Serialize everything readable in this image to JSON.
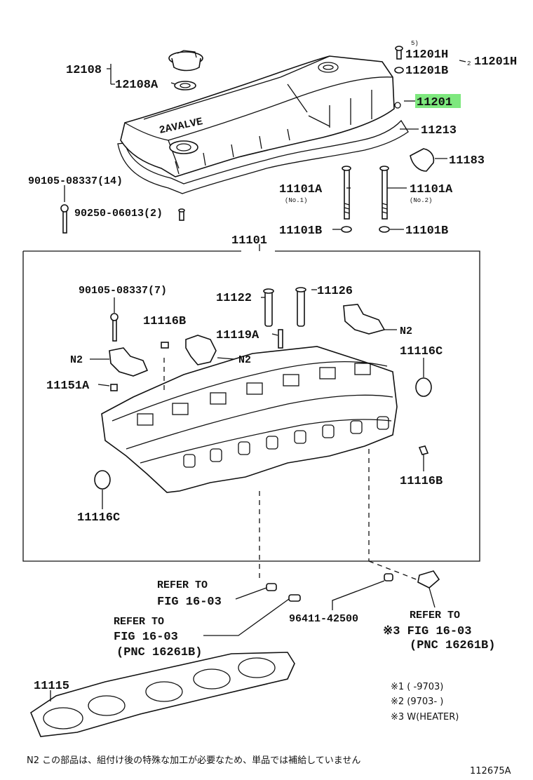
{
  "diagram_id": "112675A",
  "highlight_color": "#7ee87e",
  "highlighted_part": "11201",
  "footnote": "N2 この部品は、組付け後の特殊な加工が必要なため、単品では補給していません",
  "legend": {
    "n1": "※1 (      -9703)",
    "n2": "※2 (9703-      )",
    "n3": "※3  W(HEATER)"
  },
  "parts": {
    "p12108": "12108",
    "p12108a": "12108A",
    "p11201h_a": "11201H",
    "p11201h_b": "11201H",
    "p11201b": "11201B",
    "p11201": "11201",
    "p11213": "11213",
    "p11183": "11183",
    "p90105_14": "90105-08337(14)",
    "p90250": "90250-06013(2)",
    "p11101a_1": "11101A",
    "p11101a_2": "11101A",
    "no1": "(No.1)",
    "no2": "(No.2)",
    "p11101b_1": "11101B",
    "p11101b_2": "11101B",
    "p11101": "11101",
    "p90105_7": "90105-08337(7)",
    "p11122": "11122",
    "p11126": "11126",
    "p11116b_1": "11116B",
    "p11119a": "11119A",
    "n2_a": "N2",
    "n2_b": "N2",
    "n2_c": "N2",
    "p11116c_1": "11116C",
    "p11151a": "11151A",
    "p11116b_2": "11116B",
    "p11116c_2": "11116C",
    "p96411": "96411-42500",
    "p11115": "11115",
    "marker_5": "5)",
    "marker_2": "2"
  },
  "refs": {
    "r1_a": "REFER TO",
    "r1_b": "FIG 16-03",
    "r2_a": "REFER TO",
    "r2_b": "FIG 16-03",
    "r2_c": "(PNC 16261B)",
    "r3_a": "REFER TO",
    "r3_b": "※3 FIG 16-03",
    "r3_c": "(PNC 16261B)"
  },
  "cover_text": "2AVALVE"
}
